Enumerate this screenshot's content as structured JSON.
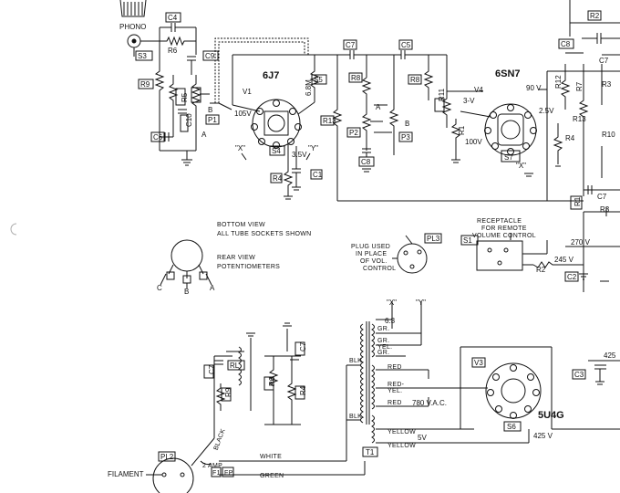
{
  "labels": {
    "phono": "PHONO",
    "s3": "S3",
    "c4": "C4",
    "r6": "R6",
    "c9": "C9",
    "r9": "R9",
    "r5": "R5",
    "c6": "C6",
    "c10": "C10",
    "p1": "P1",
    "b": "B",
    "a": "A",
    "v1": "V1",
    "tube_6j7": "6J7",
    "v105": "105V",
    "tube_6j7_note": "6.8M",
    "s5": "S5",
    "s4": "S4",
    "v3_5": "3.5V",
    "r4": "R4",
    "c1": "C1",
    "x_mark": "\"X\"",
    "y_mark": "\"Y\"",
    "r13": "R13",
    "c7_top": "C7",
    "c5": "C5",
    "r8_a": "R8",
    "r8_b": "R8",
    "p2": "P2",
    "p3": "P3",
    "c8_mid": "C8",
    "r11": "R11",
    "r1": "R1",
    "v4": "V4",
    "tube_6sn7": "6SN7",
    "v90": "90 V",
    "v3": "3-V",
    "v2_5": "2.5V",
    "v100": "100V",
    "s7": "S7",
    "r2_top": "R2",
    "c8_top": "C8",
    "c7_right": "C7",
    "r3": "R3",
    "r12": "R12",
    "r7": "R7",
    "r13_right": "R13",
    "r4_right": "R4",
    "r10": "R10",
    "c7_mid": "C7",
    "r3_mid": "R3",
    "bottom_view_1": "BOTTOM VIEW",
    "bottom_view_2": "ALL TUBE SOCKETS SHOWN",
    "rear_view_1": "REAR VIEW",
    "rear_view_2": "POTENTIOMETERS",
    "pot_c": "C",
    "pot_b": "B",
    "pot_a": "A",
    "plug_1": "PLUG USED",
    "plug_2": "IN PLACE",
    "plug_3": "OF VOL.",
    "plug_4": "CONTROL",
    "pl3": "PL3",
    "receptacle_1": "RECEPTACLE",
    "receptacle_2": "FOR REMOTE",
    "receptacle_3": "VOLUME CONTROL",
    "s1": "S1",
    "v270": "270 V",
    "v245": "245 V",
    "r2_mid": "R2",
    "c2": "C2",
    "x_mark2": "\"X\"",
    "y_mark2": "\"Y\"",
    "v6_3": "6.3",
    "gr": "GR.",
    "gr_yel": "GR.\nYEL.",
    "gr2": "GR.",
    "blk_top": "BLK.",
    "blk_bot": "BLK.",
    "red1": "RED",
    "red2": "RED-\nYEL.",
    "red3": "RED",
    "vac": "780 V.A.C.",
    "yellow1": "YELLOW",
    "yellow2": "YELLOW",
    "v5": "5V",
    "t1": "T1",
    "v3_rect": "V3",
    "tube_5u4g": "5U4G",
    "s6": "S6",
    "v425": "425 V",
    "v425_r": "425",
    "c3": "C3",
    "c7_low": "C7",
    "rl": "RL",
    "r9_low": "R9",
    "r6_low": "R6",
    "r4_low": "R4",
    "c7_low2": "C7",
    "black": "BLACK",
    "white": "WHITE",
    "green": "GREEN",
    "amp": "2 AMP",
    "f1": "F1",
    "fp": "FP",
    "pl2": "PL2",
    "filament": "FILAMENT"
  }
}
